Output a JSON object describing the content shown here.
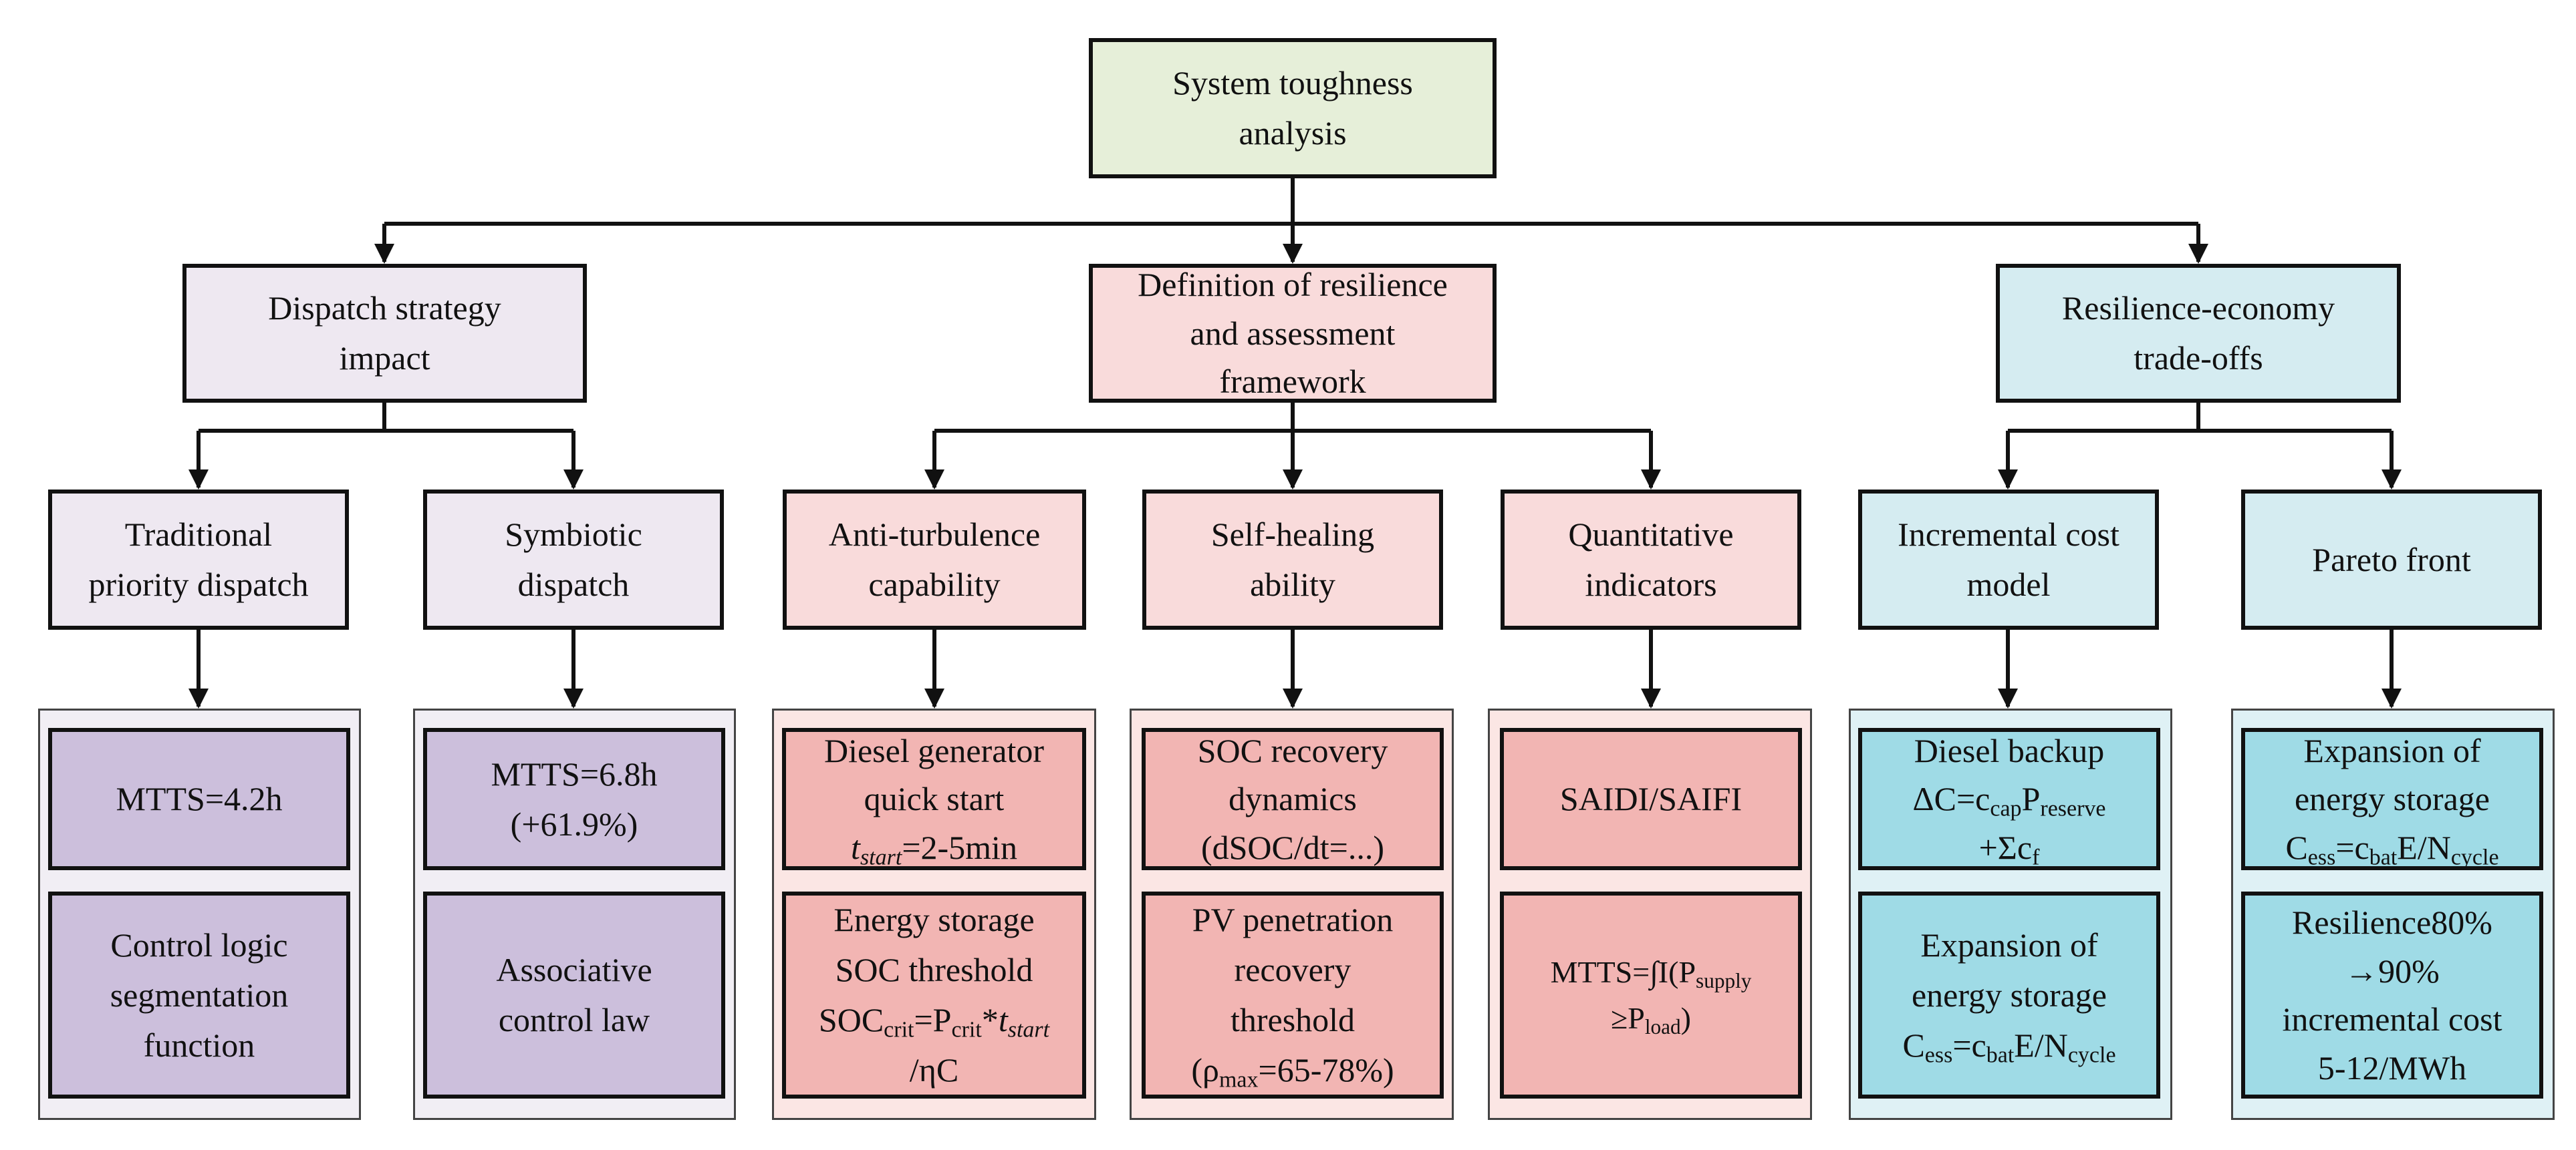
{
  "colors": {
    "root_fill": "#e6efd9",
    "purple_header": "#eee8f1",
    "purple_detail_fill": "#ccbfdc",
    "purple_panel": "#f1eef4",
    "pink_header": "#f9dbdb",
    "pink_detail_fill": "#f2b5b3",
    "pink_panel": "#fbe6e4",
    "blue_header": "#d5ecf1",
    "blue_detail_fill": "#9fdbe6",
    "blue_panel": "#dff1f5",
    "line": "#111111"
  },
  "root": {
    "lines": [
      "System toughness",
      "analysis"
    ]
  },
  "branches": {
    "dispatch": {
      "lines": [
        "Dispatch strategy",
        "impact"
      ]
    },
    "definition": {
      "lines": [
        "Definition of resilience",
        "and assessment",
        "framework"
      ]
    },
    "tradeoffs": {
      "lines": [
        "Resilience-economy",
        "trade-offs"
      ]
    }
  },
  "subtopics": {
    "traditional": {
      "lines": [
        "Traditional",
        "priority dispatch"
      ]
    },
    "symbiotic": {
      "lines": [
        "Symbiotic",
        "dispatch"
      ]
    },
    "anti_turbulence": {
      "lines": [
        "Anti-turbulence",
        "capability"
      ]
    },
    "self_healing": {
      "lines": [
        "Self-healing",
        "ability"
      ]
    },
    "quantitative": {
      "lines": [
        "Quantitative",
        "indicators"
      ]
    },
    "incremental": {
      "lines": [
        "Incremental cost",
        "model"
      ]
    },
    "pareto": {
      "lines": [
        "Pareto front"
      ]
    }
  },
  "details": {
    "traditional_1": {
      "lines": [
        "MTTS=4.2h"
      ]
    },
    "traditional_2": {
      "lines": [
        "Control logic",
        "segmentation",
        "function"
      ]
    },
    "symbiotic_1": {
      "lines": [
        "MTTS=6.8h",
        "(+61.9%)"
      ]
    },
    "symbiotic_2": {
      "lines": [
        "Associative",
        "control law"
      ]
    },
    "anti_1": {
      "line1": "Diesel generator",
      "line2": "quick start",
      "var": "t",
      "var_sub": "start",
      "value": "=2-5min"
    },
    "anti_2": {
      "line1": "Energy storage",
      "line2": "SOC threshold",
      "soc": "SOC",
      "soc_sub": "crit",
      "eq": "=P",
      "p_sub": "crit",
      "times": "*",
      "t": "t",
      "t_sub": "start",
      "line4": "/ηC"
    },
    "self_1": {
      "lines": [
        "SOC recovery",
        "dynamics",
        "(dSOC/dt=...)"
      ]
    },
    "self_2": {
      "line1": "PV penetration",
      "line2": "recovery",
      "line3": "threshold",
      "open": "(ρ",
      "rho_sub": "max",
      "range": "=65-78%)"
    },
    "quant_1": {
      "lines": [
        "SAIDI/SAIFI"
      ]
    },
    "quant_2": {
      "pre": "MTTS=∫I(P",
      "supply_sub": "supply",
      "ge": "≥P",
      "load_sub": "load",
      "close": ")"
    },
    "incr_1": {
      "line1": "Diesel backup",
      "delta": "ΔC=c",
      "cap_sub": "cap",
      "p": "P",
      "reserve_sub": "reserve",
      "sum": "+Σc",
      "f_sub": "f"
    },
    "incr_2": {
      "line1": "Expansion of",
      "line2": "energy storage",
      "c": "C",
      "ess_sub": "ess",
      "eq": "=c",
      "bat_sub": "bat",
      "e": "E/N",
      "cycle_sub": "cycle"
    },
    "pareto_1": {
      "line1": "Expansion of",
      "line2": "energy storage",
      "c": "C",
      "ess_sub": "ess",
      "eq": "=c",
      "bat_sub": "bat",
      "e": "E/N",
      "cycle_sub": "cycle"
    },
    "pareto_2": {
      "lines": [
        "Resilience80%",
        "→90%",
        "incremental cost",
        "5-12/MWh"
      ]
    }
  }
}
